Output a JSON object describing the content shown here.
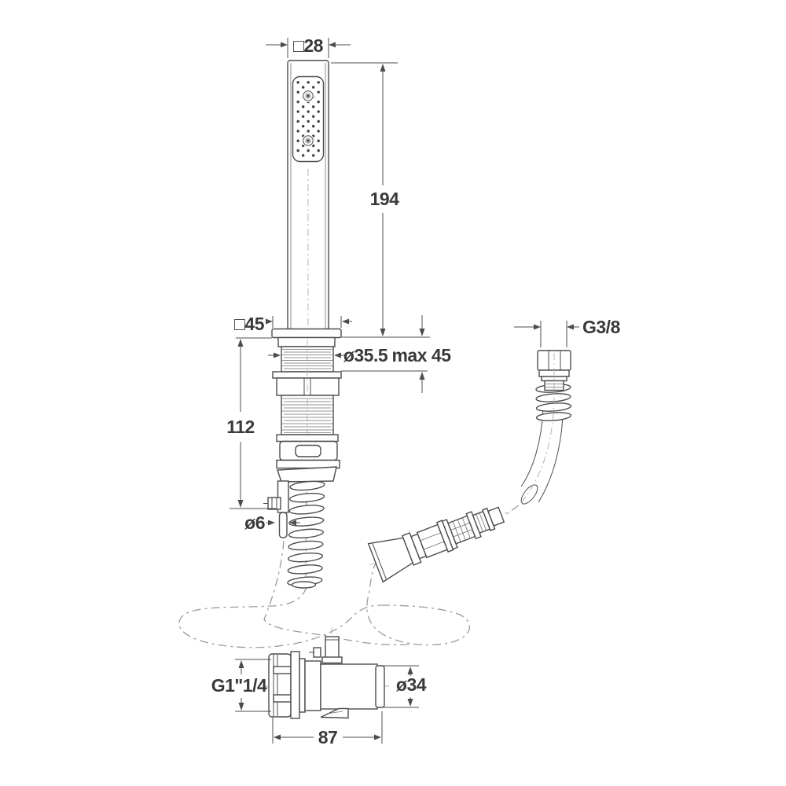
{
  "drawing": {
    "type": "technical-dimension-drawing",
    "subject": "deck-mounted hand shower with pull-out hose, locking nut and hose weight",
    "units": "mm"
  },
  "labels": {
    "head_width": "□28",
    "head_length": "194",
    "escutcheon_width": "□45",
    "shank_diameter": "ø35.5",
    "max_deck_thickness": "max 45",
    "under_deck_depth": "112",
    "guide_diameter": "ø6",
    "hose_thread": "G3/8",
    "locknut_thread": "G1\"1/4",
    "body_diameter": "ø34",
    "body_length": "87"
  }
}
